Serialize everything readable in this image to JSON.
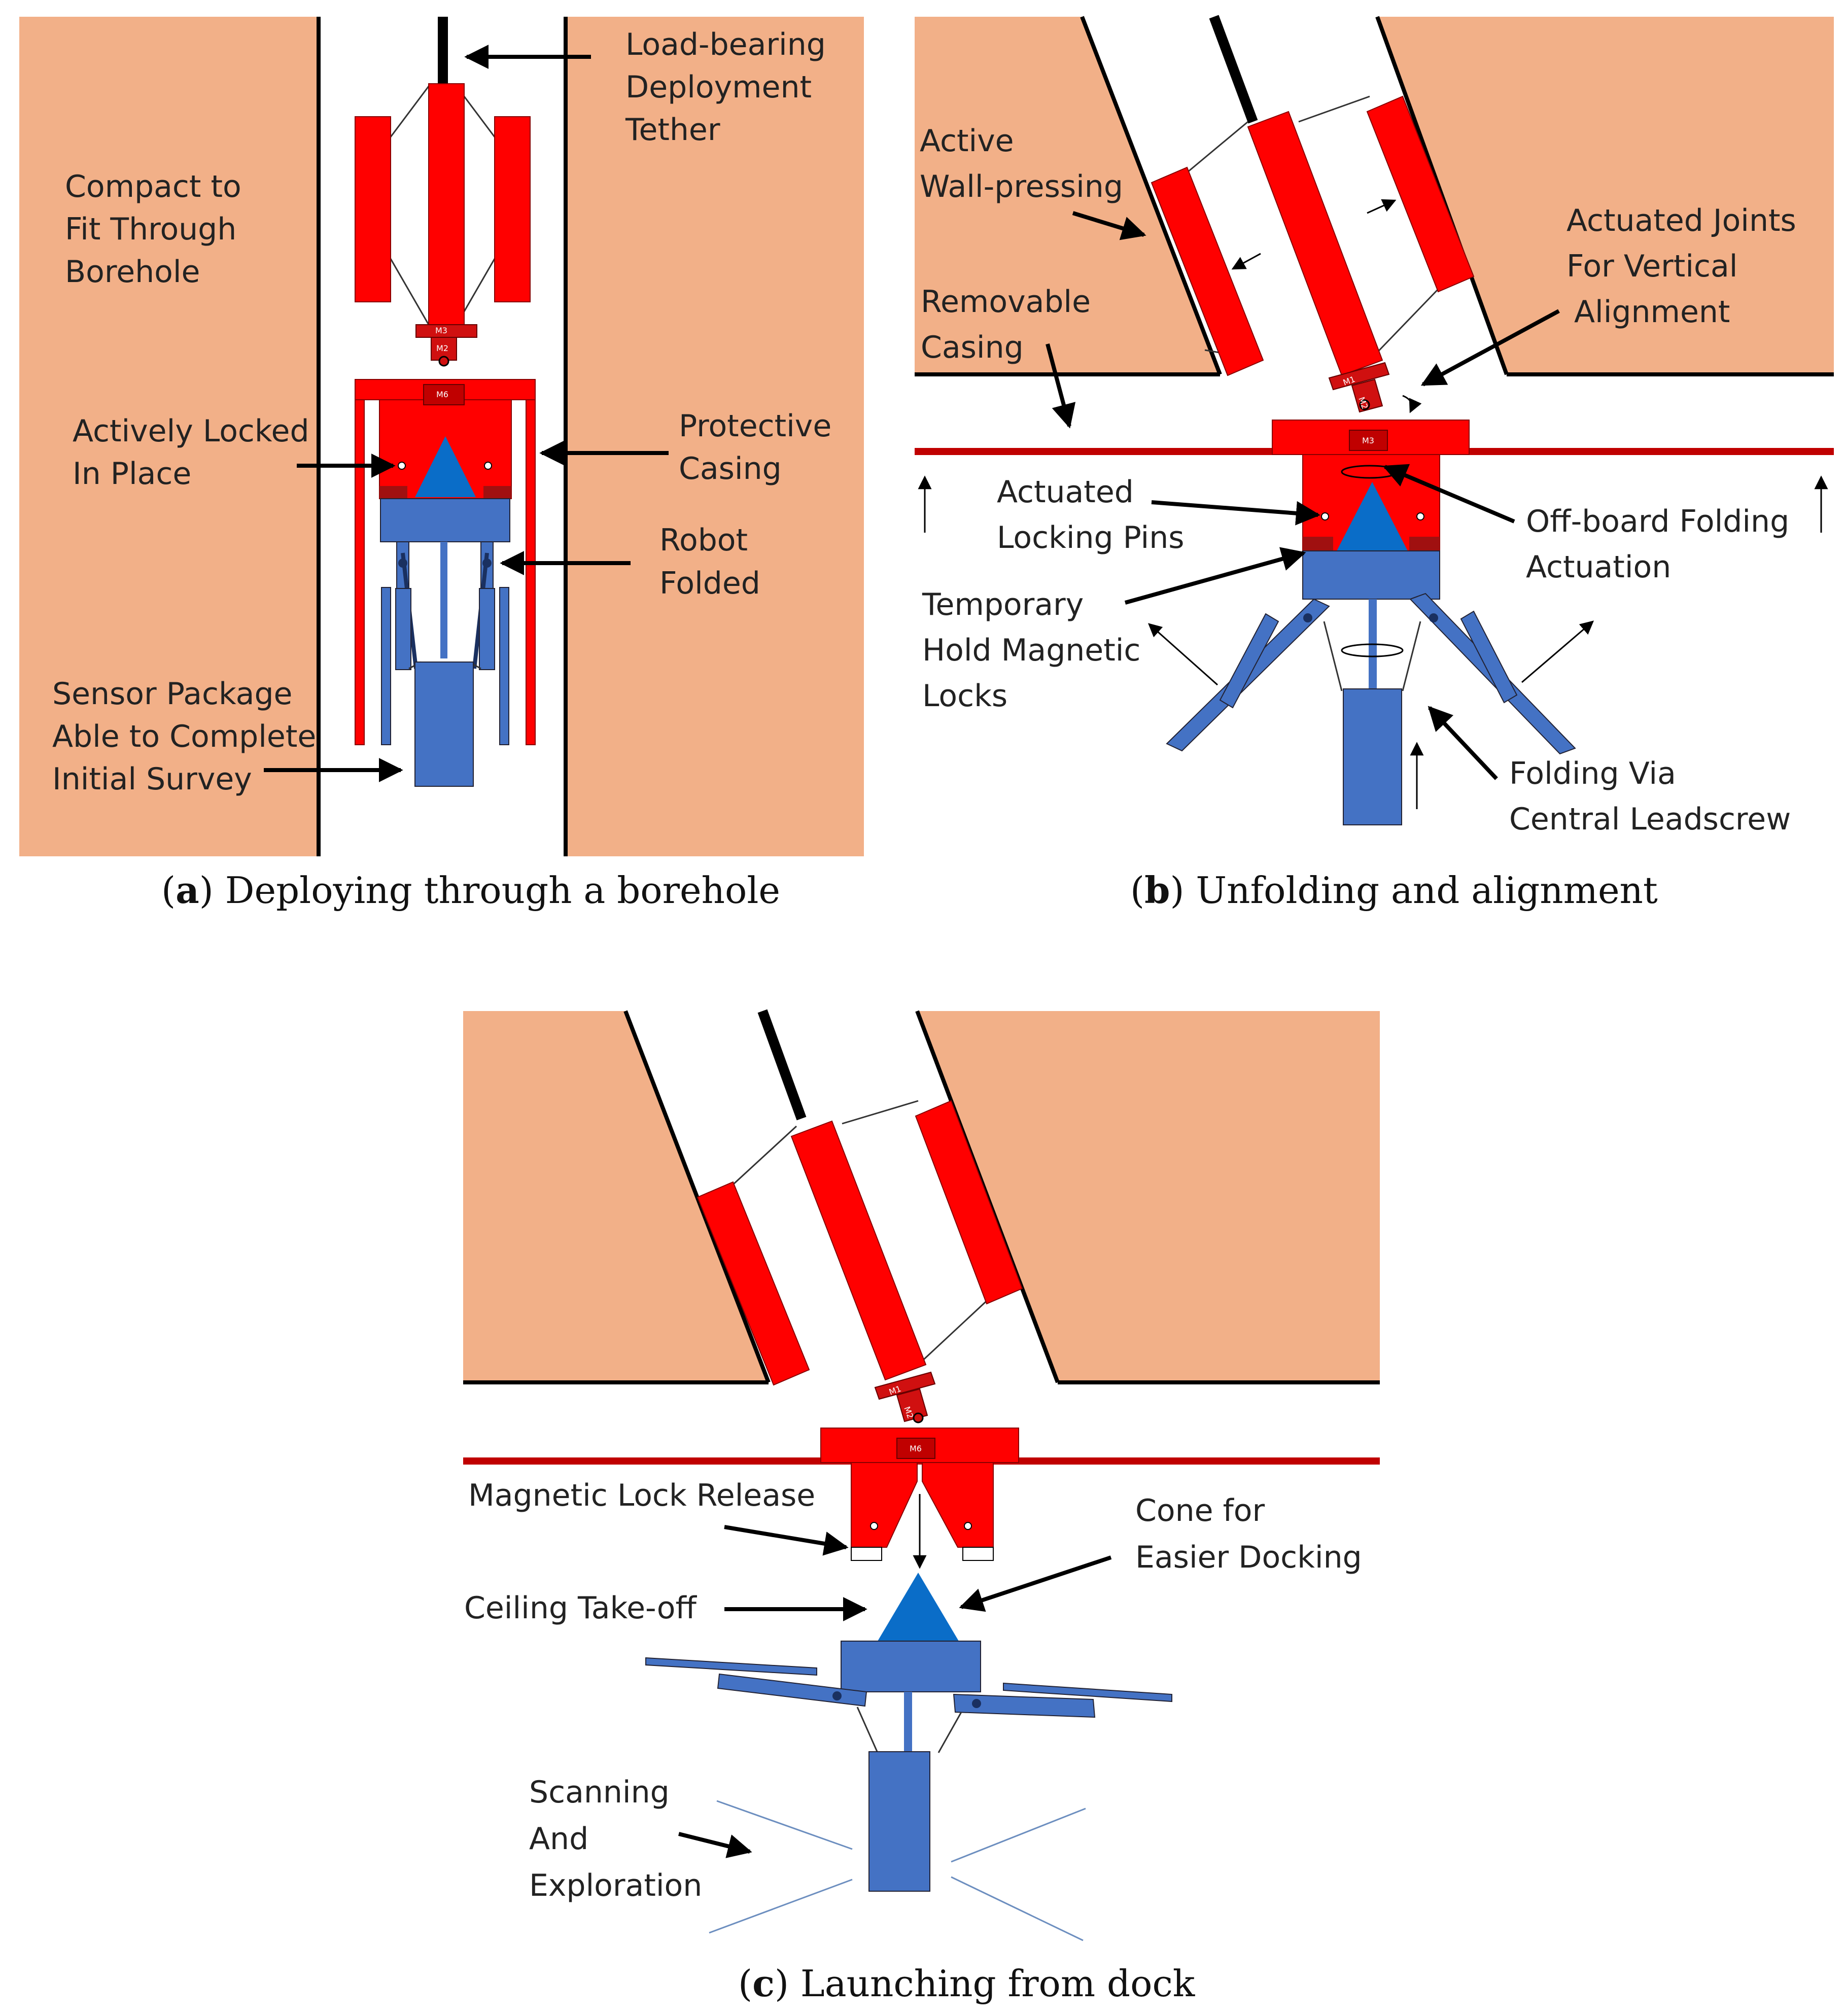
{
  "colors": {
    "rock": "#f2b088",
    "robot_red": "#ff0000",
    "robot_blue": "#4472c4",
    "cone_blue": "#0a6dc8",
    "casing_line": "#c00000",
    "ink": "#000000"
  },
  "panel_a": {
    "caption_letter": "a",
    "caption_text": "Deploying through a borehole",
    "labels": {
      "tether": [
        "Load-bearing",
        "Deployment",
        "Tether"
      ],
      "compact": [
        "Compact to",
        "Fit Through",
        "Borehole"
      ],
      "locked": [
        "Actively Locked",
        "In Place"
      ],
      "casing": [
        "Protective",
        "Casing"
      ],
      "folded": [
        "Robot",
        "Folded"
      ],
      "sensor": [
        "Sensor Package",
        "Able to Complete",
        "Initial Survey"
      ]
    },
    "motor_tags": {
      "m1": "M3",
      "m2": "M2",
      "m6": "M6"
    }
  },
  "panel_b": {
    "caption_letter": "b",
    "caption_text": "Unfolding and alignment",
    "labels": {
      "wall": [
        "Active",
        "Wall-pressing"
      ],
      "joints": [
        "Actuated Joints",
        "For Vertical",
        "Alignment"
      ],
      "removable": [
        "Removable",
        "Casing"
      ],
      "pins": [
        "Actuated",
        "Locking Pins"
      ],
      "offboard": [
        "Off-board Folding",
        "Actuation"
      ],
      "magnetic": [
        "Temporary",
        "Hold Magnetic",
        "Locks"
      ],
      "leadscrew": [
        "Folding Via",
        "Central Leadscrew"
      ]
    },
    "motor_tags": {
      "m1": "M1",
      "m2": "M2",
      "m6": "M3"
    }
  },
  "panel_c": {
    "caption_letter": "c",
    "caption_text": "Launching from dock",
    "labels": {
      "release": [
        "Magnetic Lock Release"
      ],
      "cone": [
        "Cone for",
        "Easier Docking"
      ],
      "ceiling": [
        "Ceiling Take-off"
      ],
      "scan": [
        "Scanning",
        "And",
        "Exploration"
      ]
    },
    "motor_tags": {
      "m1": "M1",
      "m2": "M2",
      "m6": "M6"
    }
  }
}
